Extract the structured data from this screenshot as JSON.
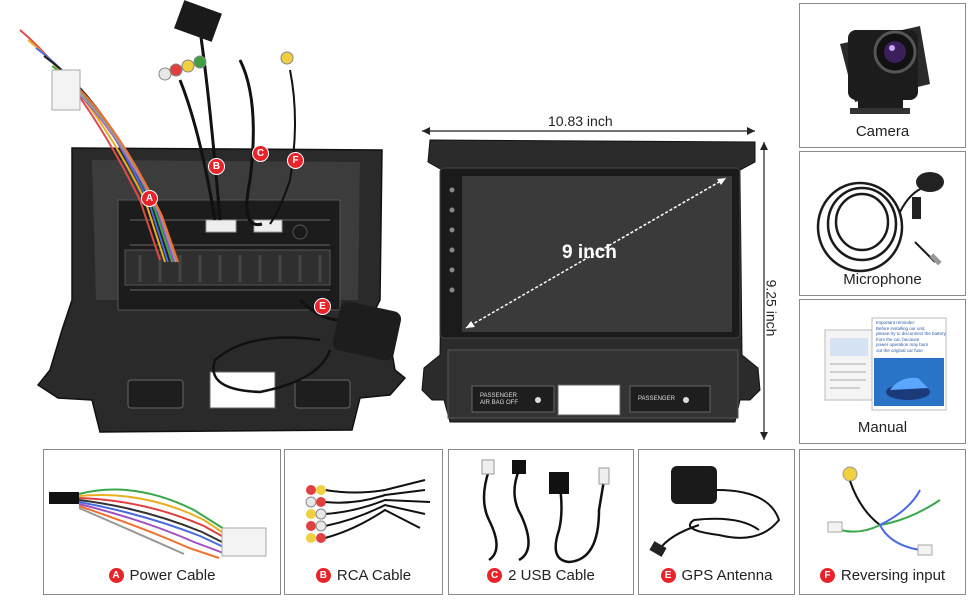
{
  "dimensions": {
    "width": "10.83 inch",
    "height": "9.25 inch",
    "diagonal": "9 inch"
  },
  "head_unit": {
    "airbag_label": "PASSENGER\nAIR BAG OFF",
    "passenger_label": "PASSENGER"
  },
  "back_view_badges": [
    "A",
    "B",
    "C",
    "F",
    "E"
  ],
  "side_items": [
    {
      "label": "Camera",
      "icon": "backup-camera-icon"
    },
    {
      "label": "Microphone",
      "icon": "microphone-icon"
    },
    {
      "label": "Manual",
      "icon": "manual-icon"
    }
  ],
  "bottom_items": [
    {
      "letter": "A",
      "label": "Power Cable",
      "icon": "power-harness-icon"
    },
    {
      "letter": "B",
      "label": "RCA Cable",
      "icon": "rca-cable-icon"
    },
    {
      "letter": "C",
      "label": "2 USB Cable",
      "icon": "usb-cable-icon"
    },
    {
      "letter": "E",
      "label": "GPS Antenna",
      "icon": "gps-antenna-icon"
    },
    {
      "letter": "F",
      "label": "Reversing input",
      "icon": "reversing-input-icon"
    }
  ],
  "manual_text": "Important reminder:\nBefore installing our unit,\nplease try to disconnect the battery\nfrom the car, because\npower operation may burn\nout the original car fuse",
  "colors": {
    "badge_red": "#e8232a",
    "panel_border": "#8a8a8a",
    "frame_dark": "#2b2b2b",
    "screen": "#3a3a3a"
  }
}
